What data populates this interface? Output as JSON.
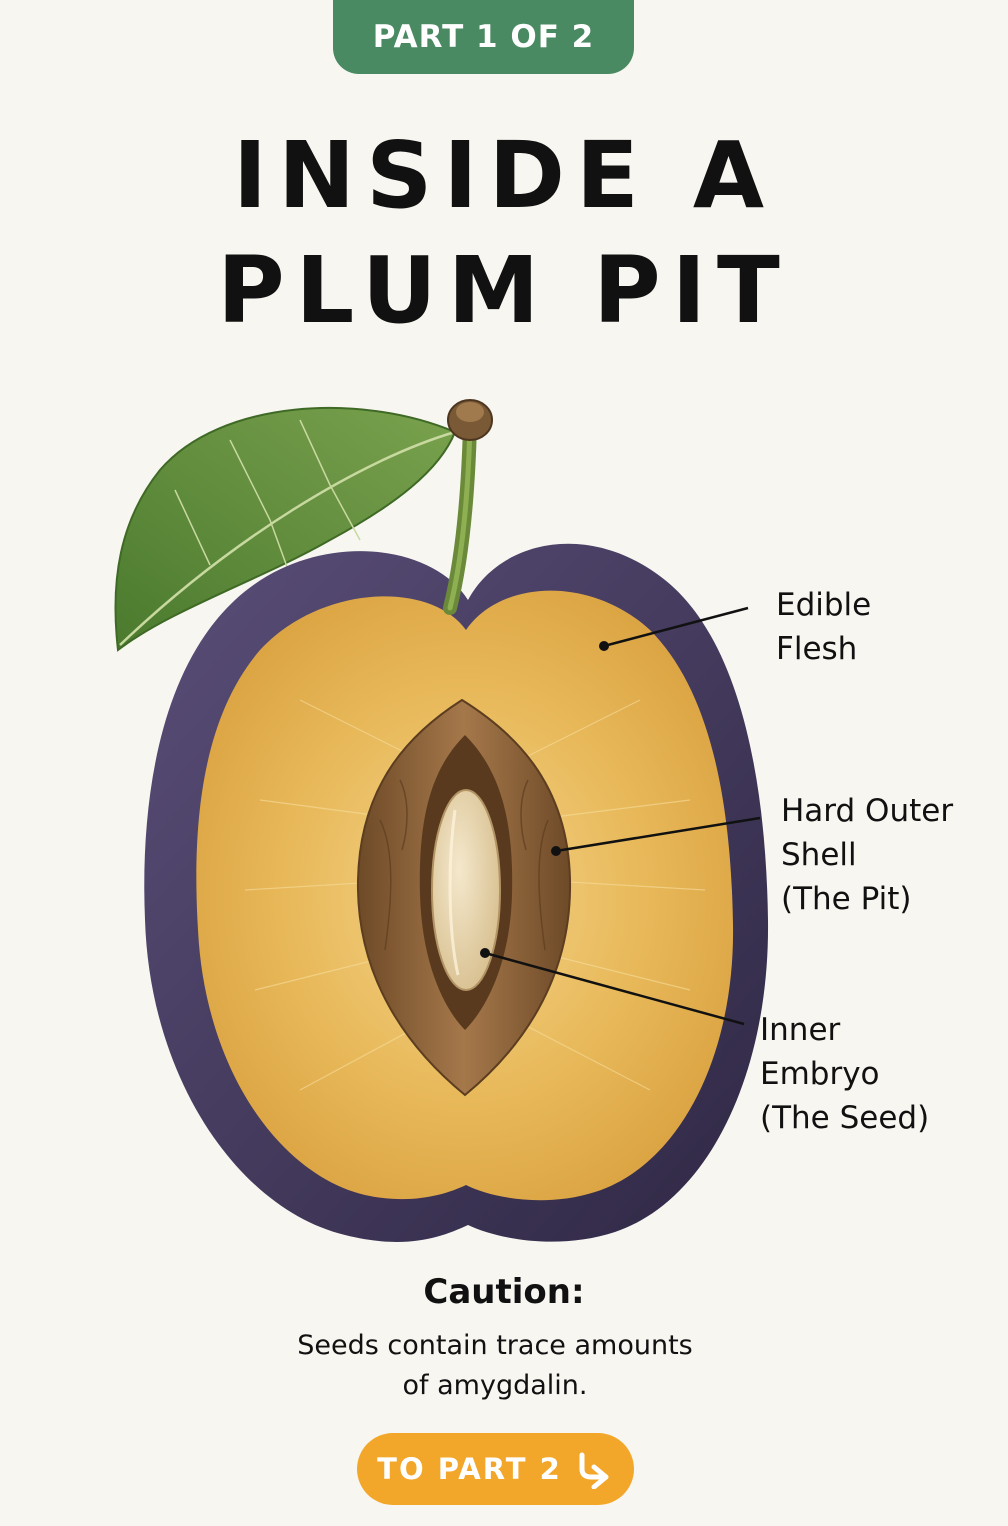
{
  "header": {
    "part_badge": "PART 1 OF 2",
    "title_line1": "INSIDE A",
    "title_line2": "PLUM PIT"
  },
  "labels": {
    "flesh": [
      "Edible",
      "Flesh"
    ],
    "shell": [
      "Hard Outer",
      "Shell",
      "(The Pit)"
    ],
    "seed": [
      "Inner",
      "Embryo",
      "(The Seed)"
    ]
  },
  "caution": {
    "title": "Caution:",
    "lines": [
      "Seeds contain trace amounts",
      "of amygdalin."
    ]
  },
  "navigation": {
    "next_label": "TO PART 2",
    "next_icon": "arrow-down-right-icon"
  },
  "colors": {
    "badge": "#4a8a62",
    "button": "#f3a72a",
    "plum_skin": "#3e3456",
    "flesh": "#e6b45a",
    "pit": "#8a5e33",
    "seed": "#e8d6b0",
    "leaf": "#5c8a3a"
  }
}
